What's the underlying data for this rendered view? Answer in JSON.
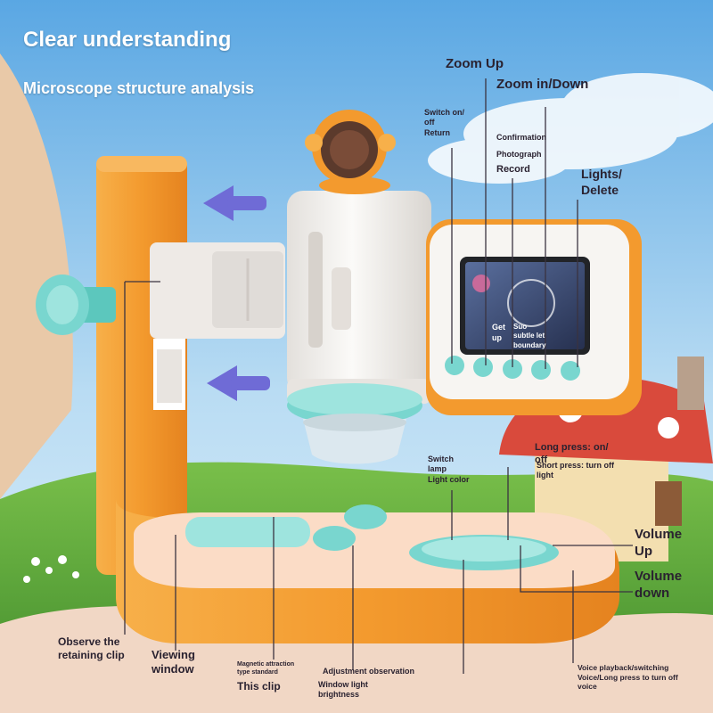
{
  "headline": {
    "title": "Clear understanding",
    "subtitle": "Microscope structure analysis"
  },
  "callouts": {
    "zoom_up": "Zoom Up",
    "zoom_in_down": "Zoom in/Down",
    "switch_on_off_return": "Switch on/\noff\nReturn",
    "confirmation": "Confirmation",
    "photograph": "Photograph",
    "record": "Record",
    "lights_delete": "Lights/\nDelete",
    "switch_lamp": "Switch\nlamp\nLight color",
    "long_press": "Long press: on/\noff",
    "short_press": "Short press: turn off\nlight",
    "volume_up": "Volume\nUp",
    "volume_down": "Volume\ndown",
    "observe_clip": "Observe the\nretaining clip",
    "viewing_window": "Viewing\nwindow",
    "magnetic_attraction": "Magnetic attraction\ntype standard",
    "this_clip": "This clip",
    "adjustment_observation": "Adjustment observation",
    "window_light": "Window light\nbrightness",
    "voice_playback": "Voice playback/switching\nVoice/Long press to turn off\nvoice"
  },
  "screen": {
    "get_up": "Get\nup",
    "suo": "Suo\nsubtle let\nboundary"
  },
  "colors": {
    "sky": "#7fb8e6",
    "grass": "#5fa63a",
    "orange": "#f39a2e",
    "white_body": "#f2f0ee",
    "teal": "#79d6cf",
    "arrow": "#6f6bd6",
    "mushroom": "#d94a3c",
    "callout_line": "#3a3340"
  },
  "icons": [
    "focus-knob-icon",
    "up-arrow-icon",
    "down-arrow-icon",
    "astronaut-helmet-icon",
    "mushroom-house-icon",
    "flower-icon"
  ]
}
